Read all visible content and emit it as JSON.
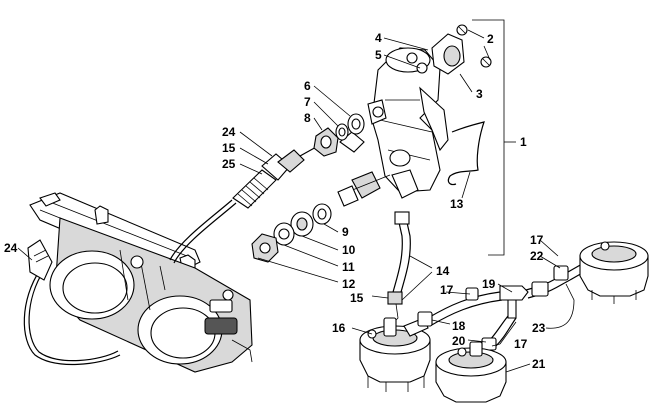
{
  "labels": {
    "l1": "1",
    "l2": "2",
    "l3": "3",
    "l4": "4",
    "l5": "5",
    "l6": "6",
    "l7": "7",
    "l8": "8",
    "l9": "9",
    "l10": "10",
    "l11": "11",
    "l12": "12",
    "l13": "13",
    "l14": "14",
    "l15a": "15",
    "l15b": "15",
    "l16": "16",
    "l17a": "17",
    "l17b": "17",
    "l17c": "17",
    "l18": "18",
    "l19": "19",
    "l20": "20",
    "l21": "21",
    "l22": "22",
    "l23": "23",
    "l24a": "24",
    "l24b": "24",
    "l25": "25"
  },
  "colors": {
    "line": "#000000",
    "part_fill": "#ffffff",
    "shade": "#d9d9d9"
  }
}
